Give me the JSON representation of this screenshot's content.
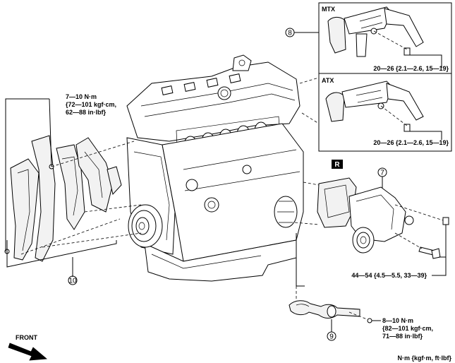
{
  "callouts": {
    "item7": "7",
    "item8": "8",
    "item9": "9",
    "item10": "10"
  },
  "torque": {
    "cover_bolts": [
      "7—10 N·m",
      "{72—101 kgf·cm,",
      "62—88 in·lbf}"
    ],
    "mtx": "20—26 {2.1—2.6, 15—19}",
    "atx": "20—26 {2.1—2.6, 15—19}",
    "water_pump": "44—54 {4.5—5.5, 33—39}",
    "hose": [
      "8—10 N·m",
      "{82—101 kgf·cm,",
      "71—88 in·lbf}"
    ]
  },
  "panels": {
    "mtx_label": "MTX",
    "atx_label": "ATX"
  },
  "marks": {
    "replace": "R"
  },
  "front_label": "FRONT",
  "units_note": "N·m {kgf·m, ft·lbf}"
}
